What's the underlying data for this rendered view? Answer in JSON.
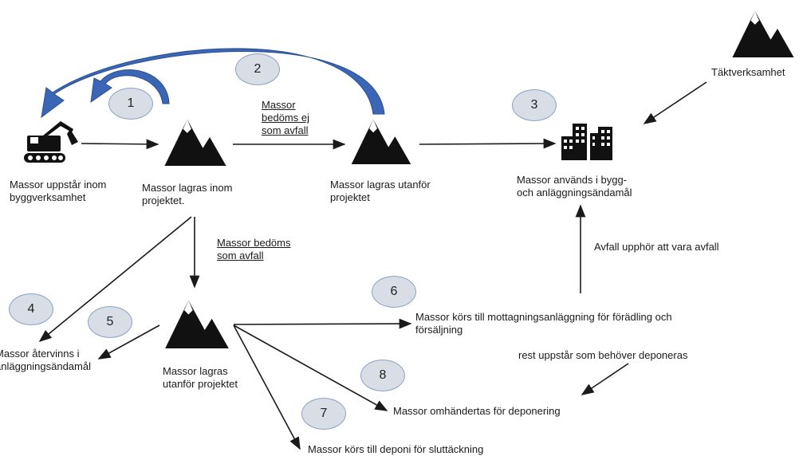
{
  "labels": {
    "source": "Massor uppstår inom\nbyggverksamhet",
    "stored_in": "Massor lagras inom\nprojektet.",
    "not_waste": "Massor\nbedöms ej\nsom avfall",
    "stored_out": "Massor lagras utanför\nprojektet",
    "used": "Massor används i bygg-\noch anläggningsändamål",
    "quarry": "Täktverksamhet",
    "waste": "Massor bedöms\nsom avfall",
    "ceases": "Avfall upphör att vara avfall",
    "stored_out2": "Massor lagras\nutanför projektet",
    "recovered": "Massor återvinns i\nanläggningsändamål",
    "facility": "Massor körs till mottagningsanläggning för förädling och\nförsäljning",
    "rest": "rest uppstår som behöver deponeras",
    "disposal": "Massor omhändertas för deponering",
    "landfill": "Massor körs till deponi för sluttäckning"
  },
  "badges": [
    "1",
    "2",
    "3",
    "4",
    "5",
    "6",
    "7",
    "8"
  ],
  "colors": {
    "curved_arrow": "#3a66b5",
    "badge_fill": "#d8dde6",
    "badge_border": "#8aa3c4",
    "icon": "#111111"
  },
  "icons": [
    "excavator-icon",
    "mountain-icon",
    "buildings-icon"
  ]
}
